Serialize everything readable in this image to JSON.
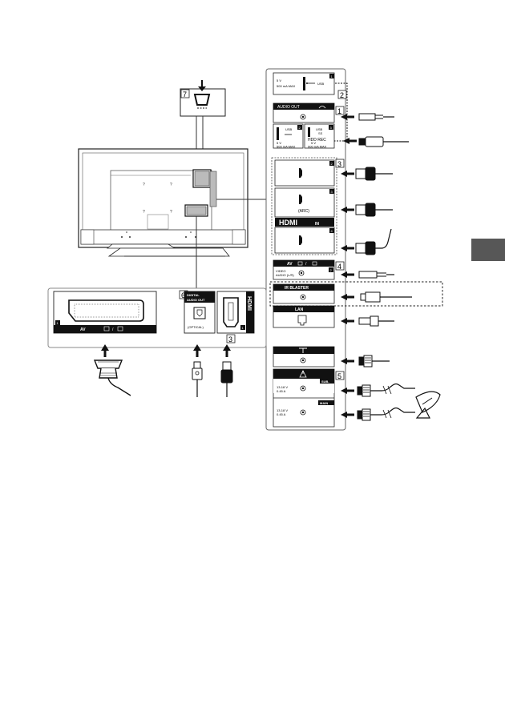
{
  "page_tab_color": "#575757",
  "callouts": {
    "c1": "1",
    "c2": "2",
    "c3": "3",
    "c3b": "3",
    "c4": "4",
    "c5": "5",
    "c6": "6",
    "c7": "7"
  },
  "ports": {
    "usb1": {
      "badge": "1",
      "spec_v": "5 V",
      "spec_ma": "500 mA MAX",
      "label": "USB"
    },
    "audio_out": {
      "label": "AUDIO OUT"
    },
    "usb2": {
      "badge": "2",
      "label": "USB",
      "spec_v": "5 V",
      "spec_ma": "500 mA MAX"
    },
    "usb3": {
      "badge": "3",
      "label": "USB",
      "sub": "HDD REC",
      "spec_v": "5 V",
      "spec_ma": "900 mA MAX"
    },
    "hdmi": {
      "badge2": "2",
      "arc": "(ARC)",
      "badge3": "3",
      "logo": "HDMI",
      "in": "IN",
      "badge4": "4",
      "badge1": "1"
    },
    "av": {
      "label": "AV",
      "badge": "2",
      "video": "VIDEO",
      "audio": "AUDIO (L/R)"
    },
    "ir": {
      "label": "IR BLASTER"
    },
    "lan": {
      "label": "LAN"
    },
    "sat": {
      "sub": "SUB.",
      "main": "MAIN",
      "spec1_v": "13-18 V",
      "spec1_a": "0.45 A",
      "spec2_v": "13-18 V",
      "spec2_a": "0.45 A"
    },
    "scart": {
      "badge": "1",
      "label": "AV"
    },
    "digital": {
      "l1": "DIGITAL",
      "l2": "AUDIO OUT",
      "l3": "(OPTICAL)"
    }
  },
  "icons": [
    "usb-icon",
    "headphone-icon",
    "hdmi-icon",
    "av-input-icon",
    "ir-blaster-icon",
    "lan-icon",
    "antenna-icon",
    "satellite-icon",
    "scart-icon",
    "optical-icon",
    "power-socket-icon"
  ]
}
